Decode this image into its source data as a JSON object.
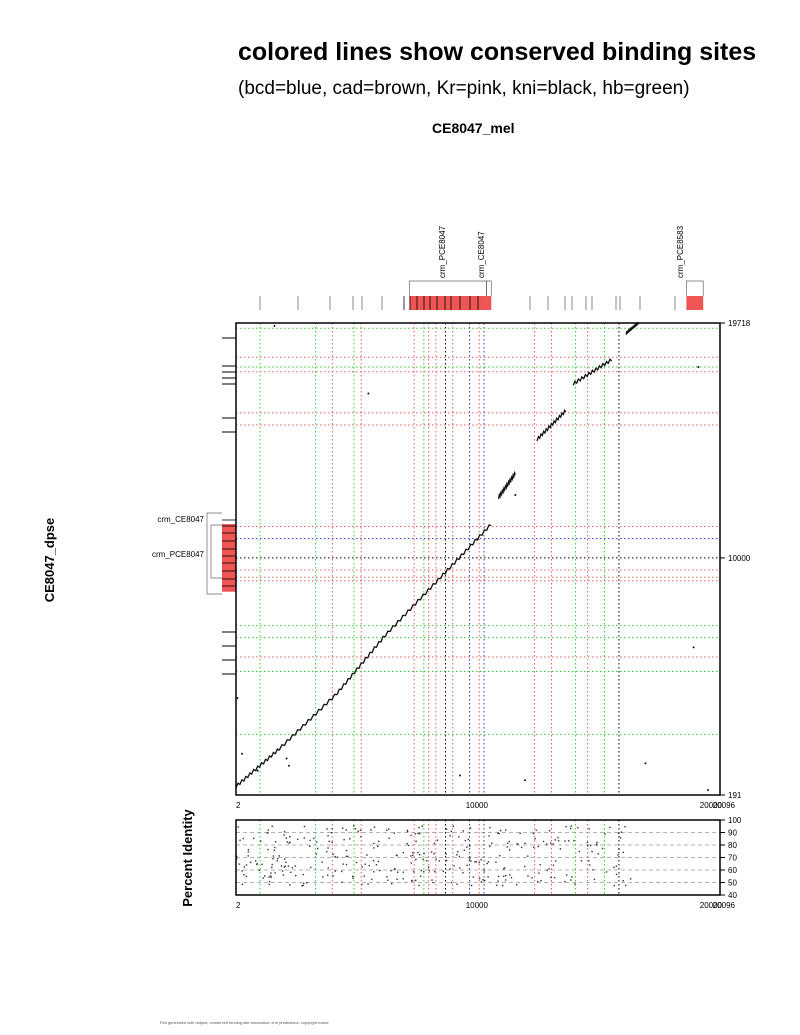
{
  "header": {
    "title": "colored lines show conserved binding sites",
    "subtitle": "(bcd=blue, cad=brown, Kr=pink, kni=black, hb=green)",
    "plot_title": "CE8047_mel"
  },
  "footer": {
    "text": "Plot generated with dotplot; conserved binding site annotation; crm predictions; copyright notice"
  },
  "colors": {
    "bcd": "#3333cc",
    "cad": "#a0522d",
    "Kr": "#ff6699",
    "kni": "#000000",
    "hb": "#33cc33",
    "crm_fill": "#ee5555",
    "sites_red": "#e06060",
    "gridline": "#999999"
  },
  "chart_data": [
    {
      "type": "scatter",
      "subtype": "dotplot",
      "title": "CE8047_mel",
      "xlabel": "",
      "ylabel": "CE8047_dpse",
      "x_tick_labels": [
        "2",
        "10000",
        "20000",
        "20096"
      ],
      "y_tick_labels": [
        "191",
        "10000",
        "19718"
      ],
      "xlim": [
        2,
        20096
      ],
      "ylim": [
        191,
        19718
      ],
      "top_track_labels": [
        "crm_PCE8047",
        "crm_CE8047",
        "crm_PCE8583"
      ],
      "left_track_labels": [
        "crm_CE8047",
        "crm_PCE8047"
      ],
      "top_crm_regions": [
        {
          "label": "crm_PCE8047",
          "start": 7200,
          "end": 10400
        },
        {
          "label": "crm_CE8047",
          "start": 10400,
          "end": 10600
        },
        {
          "label": "crm_PCE8583",
          "start": 18700,
          "end": 19400
        }
      ],
      "left_crm_regions": [
        {
          "label": "crm_CE8047",
          "start": 8600,
          "end": 11400
        },
        {
          "label": "crm_PCE8047",
          "start": 8600,
          "end": 10800
        }
      ],
      "diagonal_segments": [
        {
          "x": [
            2,
            1800
          ],
          "y": [
            550,
            2100
          ]
        },
        {
          "x": [
            1800,
            4200
          ],
          "y": [
            2100,
            4400
          ]
        },
        {
          "x": [
            4200,
            6200
          ],
          "y": [
            4400,
            6800
          ]
        },
        {
          "x": [
            6200,
            8500
          ],
          "y": [
            6800,
            9200
          ]
        },
        {
          "x": [
            8500,
            10600
          ],
          "y": [
            9200,
            11400
          ]
        },
        {
          "x": [
            10900,
            11600
          ],
          "y": [
            12500,
            13500
          ]
        },
        {
          "x": [
            12500,
            13700
          ],
          "y": [
            14900,
            16100
          ]
        },
        {
          "x": [
            14000,
            15600
          ],
          "y": [
            17200,
            18200
          ]
        },
        {
          "x": [
            16200,
            16700
          ],
          "y": [
            19300,
            19718
          ]
        }
      ],
      "x_site_lines": [
        {
          "x": 1000,
          "class": "hb"
        },
        {
          "x": 3300,
          "class": "hb"
        },
        {
          "x": 4000,
          "class": "Kr"
        },
        {
          "x": 4900,
          "class": "hb"
        },
        {
          "x": 5200,
          "class": "Kr"
        },
        {
          "x": 7400,
          "class": "Kr"
        },
        {
          "x": 7800,
          "class": "hb"
        },
        {
          "x": 8000,
          "class": "Kr"
        },
        {
          "x": 8300,
          "class": "Kr"
        },
        {
          "x": 8700,
          "class": "kni"
        },
        {
          "x": 9000,
          "class": "Kr"
        },
        {
          "x": 9700,
          "class": "bcd"
        },
        {
          "x": 10100,
          "class": "Kr"
        },
        {
          "x": 10300,
          "class": "bcd"
        },
        {
          "x": 12400,
          "class": "Kr"
        },
        {
          "x": 13100,
          "class": "Kr"
        },
        {
          "x": 14100,
          "class": "hb"
        },
        {
          "x": 14600,
          "class": "Kr"
        },
        {
          "x": 15300,
          "class": "hb"
        },
        {
          "x": 15900,
          "class": "kni"
        }
      ],
      "y_site_lines": [
        {
          "y": 19500,
          "class": "hb"
        },
        {
          "y": 18300,
          "class": "Kr"
        },
        {
          "y": 17900,
          "class": "hb"
        },
        {
          "y": 17700,
          "class": "Kr"
        },
        {
          "y": 16000,
          "class": "Kr"
        },
        {
          "y": 15500,
          "class": "Kr"
        },
        {
          "y": 11300,
          "class": "Kr"
        },
        {
          "y": 10800,
          "class": "bcd"
        },
        {
          "y": 10000,
          "class": "kni"
        },
        {
          "y": 9500,
          "class": "Kr"
        },
        {
          "y": 9200,
          "class": "Kr"
        },
        {
          "y": 9050,
          "class": "Kr"
        },
        {
          "y": 7200,
          "class": "hb"
        },
        {
          "y": 6700,
          "class": "hb"
        },
        {
          "y": 5900,
          "class": "Kr"
        },
        {
          "y": 5300,
          "class": "hb"
        },
        {
          "y": 2700,
          "class": "hb"
        }
      ],
      "scatter_points": [
        {
          "x": 1600,
          "y": 19600
        },
        {
          "x": 19200,
          "y": 17900
        },
        {
          "x": 5500,
          "y": 16800
        },
        {
          "x": 11600,
          "y": 12600
        },
        {
          "x": 19000,
          "y": 6300
        },
        {
          "x": 60,
          "y": 4200
        },
        {
          "x": 250,
          "y": 1900
        },
        {
          "x": 2100,
          "y": 1700
        },
        {
          "x": 2200,
          "y": 1400
        },
        {
          "x": 17000,
          "y": 1500
        },
        {
          "x": 9300,
          "y": 1000
        },
        {
          "x": 12000,
          "y": 800
        },
        {
          "x": 19600,
          "y": 400
        },
        {
          "x": 900,
          "y": 1200
        }
      ]
    },
    {
      "type": "scatter",
      "subtype": "percent_identity",
      "ylabel": "Percent Identity",
      "x_tick_labels": [
        "2",
        "10000",
        "20000",
        "20096"
      ],
      "y_tick_labels": [
        "40",
        "50",
        "60",
        "70",
        "80",
        "90",
        "100"
      ],
      "xlim": [
        2,
        20096
      ],
      "ylim": [
        40,
        100
      ]
    }
  ]
}
